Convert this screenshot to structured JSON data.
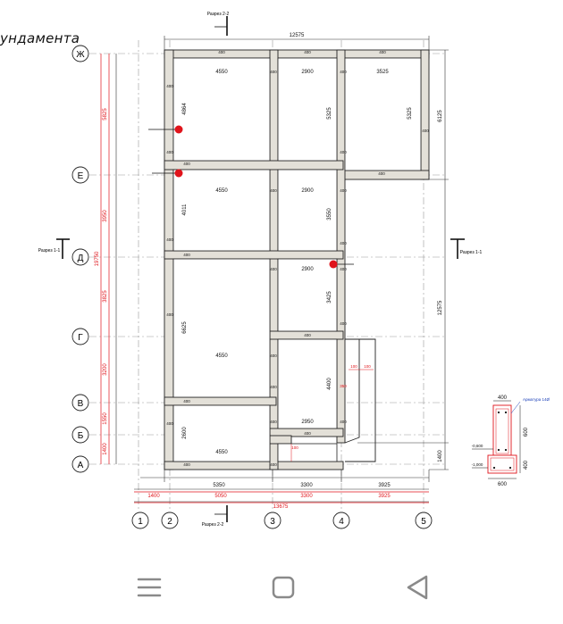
{
  "title": "ундамента",
  "section_labels": {
    "section_2_2": "Разрез 2-2",
    "section_1_1": "Разрез 1-1"
  },
  "axes": {
    "rows": [
      "Ж",
      "Е",
      "Д",
      "Г",
      "В",
      "Б",
      "А"
    ],
    "cols": [
      "1",
      "2",
      "3",
      "4",
      "5"
    ]
  },
  "dimensions": {
    "top_total": "12575",
    "right_total": "12575",
    "right_top": "6125",
    "right_bottom": "1400",
    "left_total": "19750",
    "left_segments": [
      "5825",
      "3950",
      "3825",
      "3200",
      "1550",
      "1400"
    ],
    "bottom_row1": [
      "5350",
      "3300",
      "3925"
    ],
    "bottom_row2": [
      "1400",
      "5050",
      "3300",
      "3925"
    ],
    "bottom_total": "13675",
    "room_widths": [
      "4550",
      "2900",
      "3525",
      "4550",
      "2900",
      "2900",
      "4550",
      "2950",
      "4550"
    ],
    "room_heights": [
      "4864",
      "5325",
      "5325",
      "4011",
      "3550",
      "3425",
      "6625",
      "4400",
      "2600"
    ],
    "wall": "400",
    "small": [
      "100",
      "100",
      "350",
      "100"
    ]
  },
  "detail": {
    "width_top": "400",
    "height_upper": "600",
    "height_lower": "400",
    "width_bottom": "600",
    "level_1": "-0,600",
    "level_2": "-1,000",
    "rebar_note": "Арматура 14Ø"
  },
  "colors": {
    "wall": "#e3e0d8",
    "marker": "#e0141b",
    "detail": "#e0141b",
    "dimension": "#e0141b",
    "line": "#111111"
  }
}
